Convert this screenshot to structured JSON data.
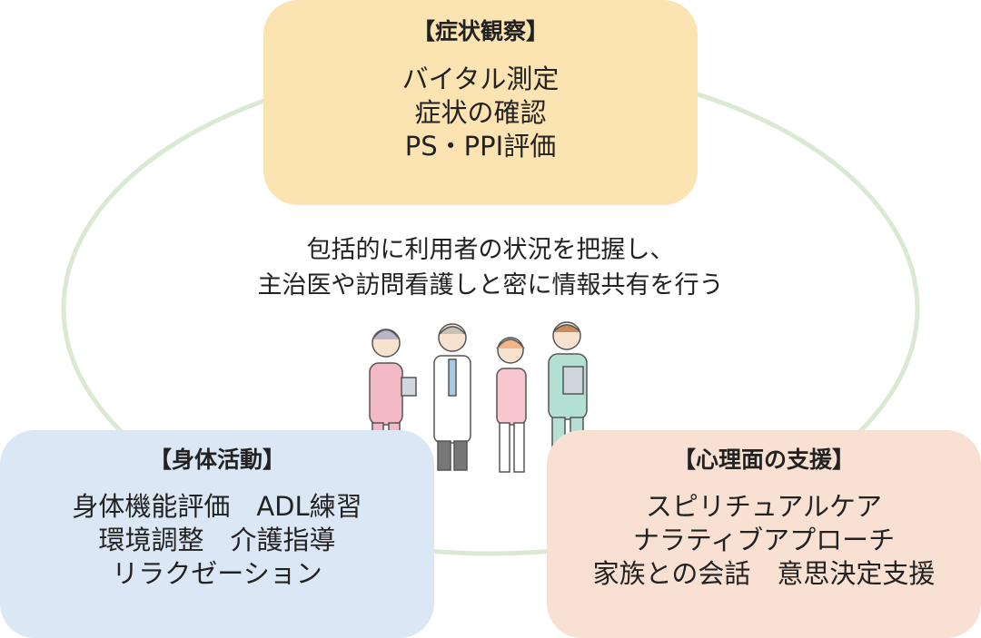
{
  "colors": {
    "ring": "#dbe9d3",
    "symptom_bg": "#fbe3b2",
    "body_bg": "#dce7f5",
    "mind_bg": "#f8e1d3",
    "text": "#222222"
  },
  "symptom": {
    "title": "【症状観察】",
    "lines": [
      "バイタル測定",
      "症状の確認",
      "PS・PPI評価"
    ]
  },
  "center": {
    "lines": [
      "包括的に利用者の状況を把握し、",
      "主治医や訪問看護しと密に情報共有を行う"
    ]
  },
  "body_activity": {
    "title": "【身体活動】",
    "lines": [
      "身体機能評価　ADL練習",
      "環境調整　介護指導",
      "リラクゼーション"
    ]
  },
  "mind": {
    "title": "【心理面の支援】",
    "lines": [
      "スピリチュアルケア",
      "ナラティブアプローチ",
      "家族との会話　意思決定支援"
    ]
  },
  "illustration": {
    "icon": "medical-staff-group-icon"
  }
}
